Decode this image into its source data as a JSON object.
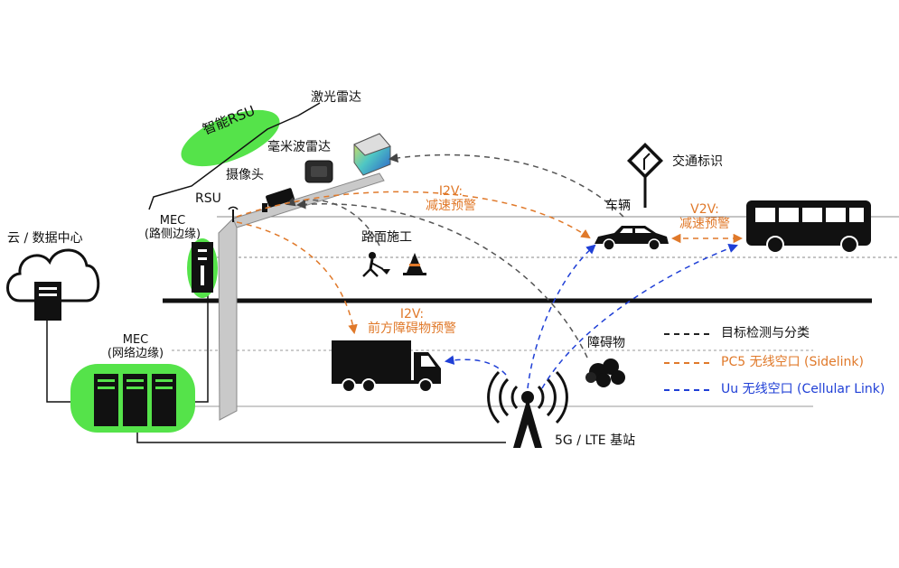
{
  "labels": {
    "smart_rsu": "智能RSU",
    "lidar": "激光雷达",
    "mmwave_radar": "毫米波雷达",
    "camera": "摄像头",
    "rsu": "RSU",
    "mec_roadside_1": "MEC",
    "mec_roadside_2": "(路侧边缘)",
    "cloud": "云 / 数据中心",
    "mec_network_1": "MEC",
    "mec_network_2": "(网络边缘)",
    "road_construction": "路面施工",
    "traffic_sign": "交通标识",
    "vehicle": "车辆",
    "obstacle": "障碍物",
    "base_station": "5G / LTE 基站",
    "i2v_decel_1": "I2V:",
    "i2v_decel_2": "减速预警",
    "i2v_obstacle_1": "I2V:",
    "i2v_obstacle_2": "前方障碍物预警",
    "v2v_1": "V2V:",
    "v2v_2": "减速预警"
  },
  "legend": [
    {
      "label": "目标检测与分类",
      "color": "#222222",
      "dash": "6,5"
    },
    {
      "label": "PC5 无线空口 (Sidelink)",
      "color": "#e0792a",
      "dash": "6,5"
    },
    {
      "label": "Uu 无线空口 (Cellular Link)",
      "color": "#1f3fd6",
      "dash": "6,5"
    }
  ],
  "colors": {
    "accent_green": "#55e34a",
    "pc5_orange": "#e0792a",
    "uu_blue": "#1f3fd6",
    "detect_black": "#222222"
  }
}
